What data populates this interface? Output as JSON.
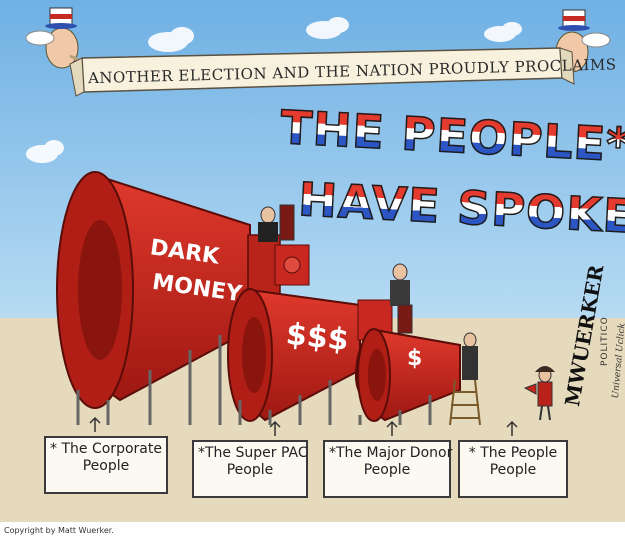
{
  "banner": {
    "text": "ANOTHER ELECTION AND THE NATION PROUDLY PROCLAIMS"
  },
  "headline": {
    "line1": "THE PEOPLE*",
    "line2": "HAVE SPOKEN"
  },
  "megaphones": {
    "dark_money_line1": "DARK",
    "dark_money_line2": "MONEY",
    "super_pac_symbol": "$$$",
    "major_donor_symbol": "$"
  },
  "labels": [
    {
      "line1": "* The Corporate",
      "line2": "People"
    },
    {
      "line1": "*The Super PAC",
      "line2": "People"
    },
    {
      "line1": "*The Major Donor",
      "line2": "People"
    },
    {
      "line1": "* The People",
      "line2": "People"
    }
  ],
  "credits": {
    "signature": "MWUERKER",
    "publication": "POLITICO",
    "syndicate": "Universal Uclick",
    "copyright": "Copyright by Matt Wuerker."
  },
  "colors": {
    "sky": "#8cc3ea",
    "ground": "#e8dcc0",
    "megaphone_red": "#c8241c",
    "banner": "#f7f1dd",
    "headline_red": "#e53a2e",
    "headline_blue": "#2c56c4"
  },
  "icons": [
    "cherub-icon",
    "uncle-sam-hat-icon",
    "megaphone-icon",
    "podium-icon",
    "ladder-icon",
    "arrow-up-icon"
  ]
}
